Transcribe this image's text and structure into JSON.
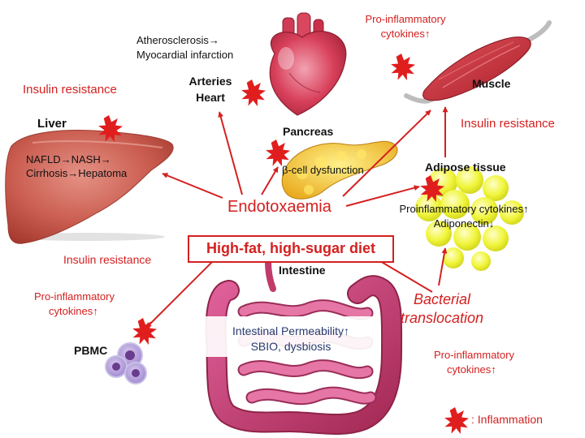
{
  "central": {
    "diet": "High-fat, high-sugar diet",
    "endotoxaemia": "Endotoxaemia",
    "translocation_line1": "Bacterial",
    "translocation_line2": "translocation"
  },
  "organs": {
    "liver": {
      "name": "Liver",
      "cond1": "NAFLD→NASH→",
      "cond2": "Cirrhosis→Hepatoma"
    },
    "heart": {
      "name1": "Arteries",
      "name2": "Heart",
      "cond1": "Atherosclerosis→",
      "cond2": "Myocardial infarction"
    },
    "pancreas": {
      "name": "Pancreas",
      "cond": "β-cell dysfunction"
    },
    "muscle": {
      "name": "Muscle"
    },
    "adipose": {
      "name": "Adipose tissue",
      "cond1": "Proinflammatory cytokines↑",
      "cond2": "Adiponectin↓"
    },
    "intestine": {
      "name": "Intestine",
      "cond1": "Intestinal Permeability↑",
      "cond2": "SBIO,  dysbiosis"
    },
    "pbmc": {
      "name": "PBMC"
    }
  },
  "annotations": {
    "insulin_resistance_liver": "Insulin resistance",
    "insulin_resistance_muscle": "Insulin resistance",
    "insulin_resistance_lower": "Insulin resistance",
    "cytokines_muscle_1": "Pro-inflammatory",
    "cytokines_muscle_2": "cytokines↑",
    "cytokines_pbmc_1": "Pro-inflammatory",
    "cytokines_pbmc_2": "cytokines↑",
    "cytokines_bottom_1": "Pro-inflammatory",
    "cytokines_bottom_2": "cytokines↑"
  },
  "legend": {
    "label": ": Inflammation"
  },
  "colors": {
    "arrow": "#d42020",
    "star": "#e01e1e",
    "text_red": "#d42020",
    "text_navy": "#283a6e",
    "liver": "#c95c4f",
    "heart": "#c8304a",
    "muscle": "#c8333c",
    "pancreas": "#f2c22a",
    "adipose": "#eaf02a",
    "intestine": "#c03a6a",
    "pbmc": "#6a4c9a"
  }
}
